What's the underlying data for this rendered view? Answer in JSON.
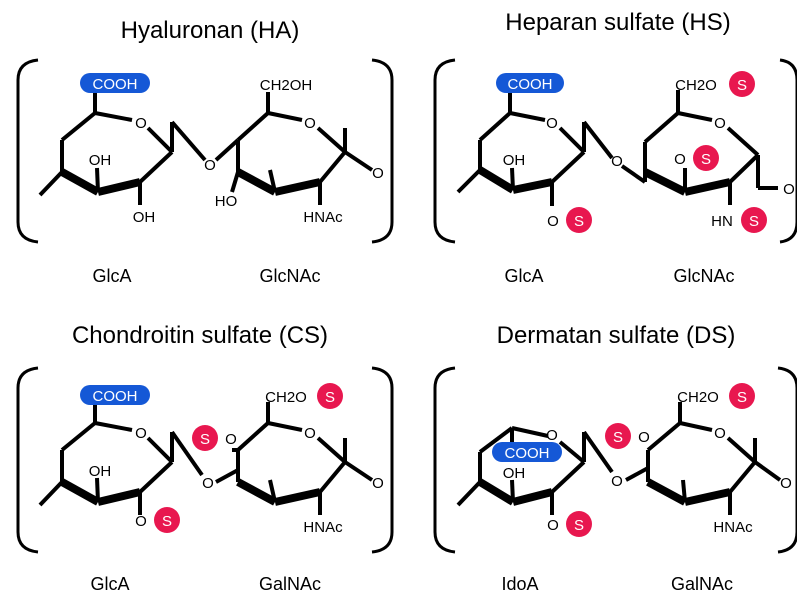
{
  "panels": [
    {
      "title": "Hyaluronan (HA)",
      "unit1": {
        "label": "GlcA",
        "acid": "COOH",
        "oh1": "OH",
        "oh2": "OH"
      },
      "unit2": {
        "label": "GlcNAc",
        "ch2": "CH2OH",
        "oh": "HO",
        "nac": "HNAc"
      }
    },
    {
      "title": "Heparan sulfate (HS)",
      "unit1": {
        "label": "GlcA",
        "acid": "COOH",
        "oh1": "OH",
        "o2": "O"
      },
      "unit2": {
        "label": "GlcNAc",
        "ch2": "CH2O",
        "o3": "O",
        "nac": "HN"
      }
    },
    {
      "title": "Chondroitin sulfate (CS)",
      "unit1": {
        "label": "GlcA",
        "acid": "COOH",
        "oh1": "OH",
        "o2": "O"
      },
      "unit2": {
        "label": "GalNAc",
        "ch2": "CH2O",
        "nac": "HNAc"
      }
    },
    {
      "title": "Dermatan sulfate (DS)",
      "unit1": {
        "label": "IdoA",
        "acid": "COOH",
        "oh1": "OH",
        "o2": "O"
      },
      "unit2": {
        "label": "GalNAc",
        "ch2": "CH2O",
        "nac": "HNAc"
      }
    }
  ],
  "atoms": {
    "ring_o": "O",
    "sulfate": "S"
  },
  "colors": {
    "carboxyl": "#1558d6",
    "sulfate": "#e8174f",
    "bond": "#000000"
  }
}
